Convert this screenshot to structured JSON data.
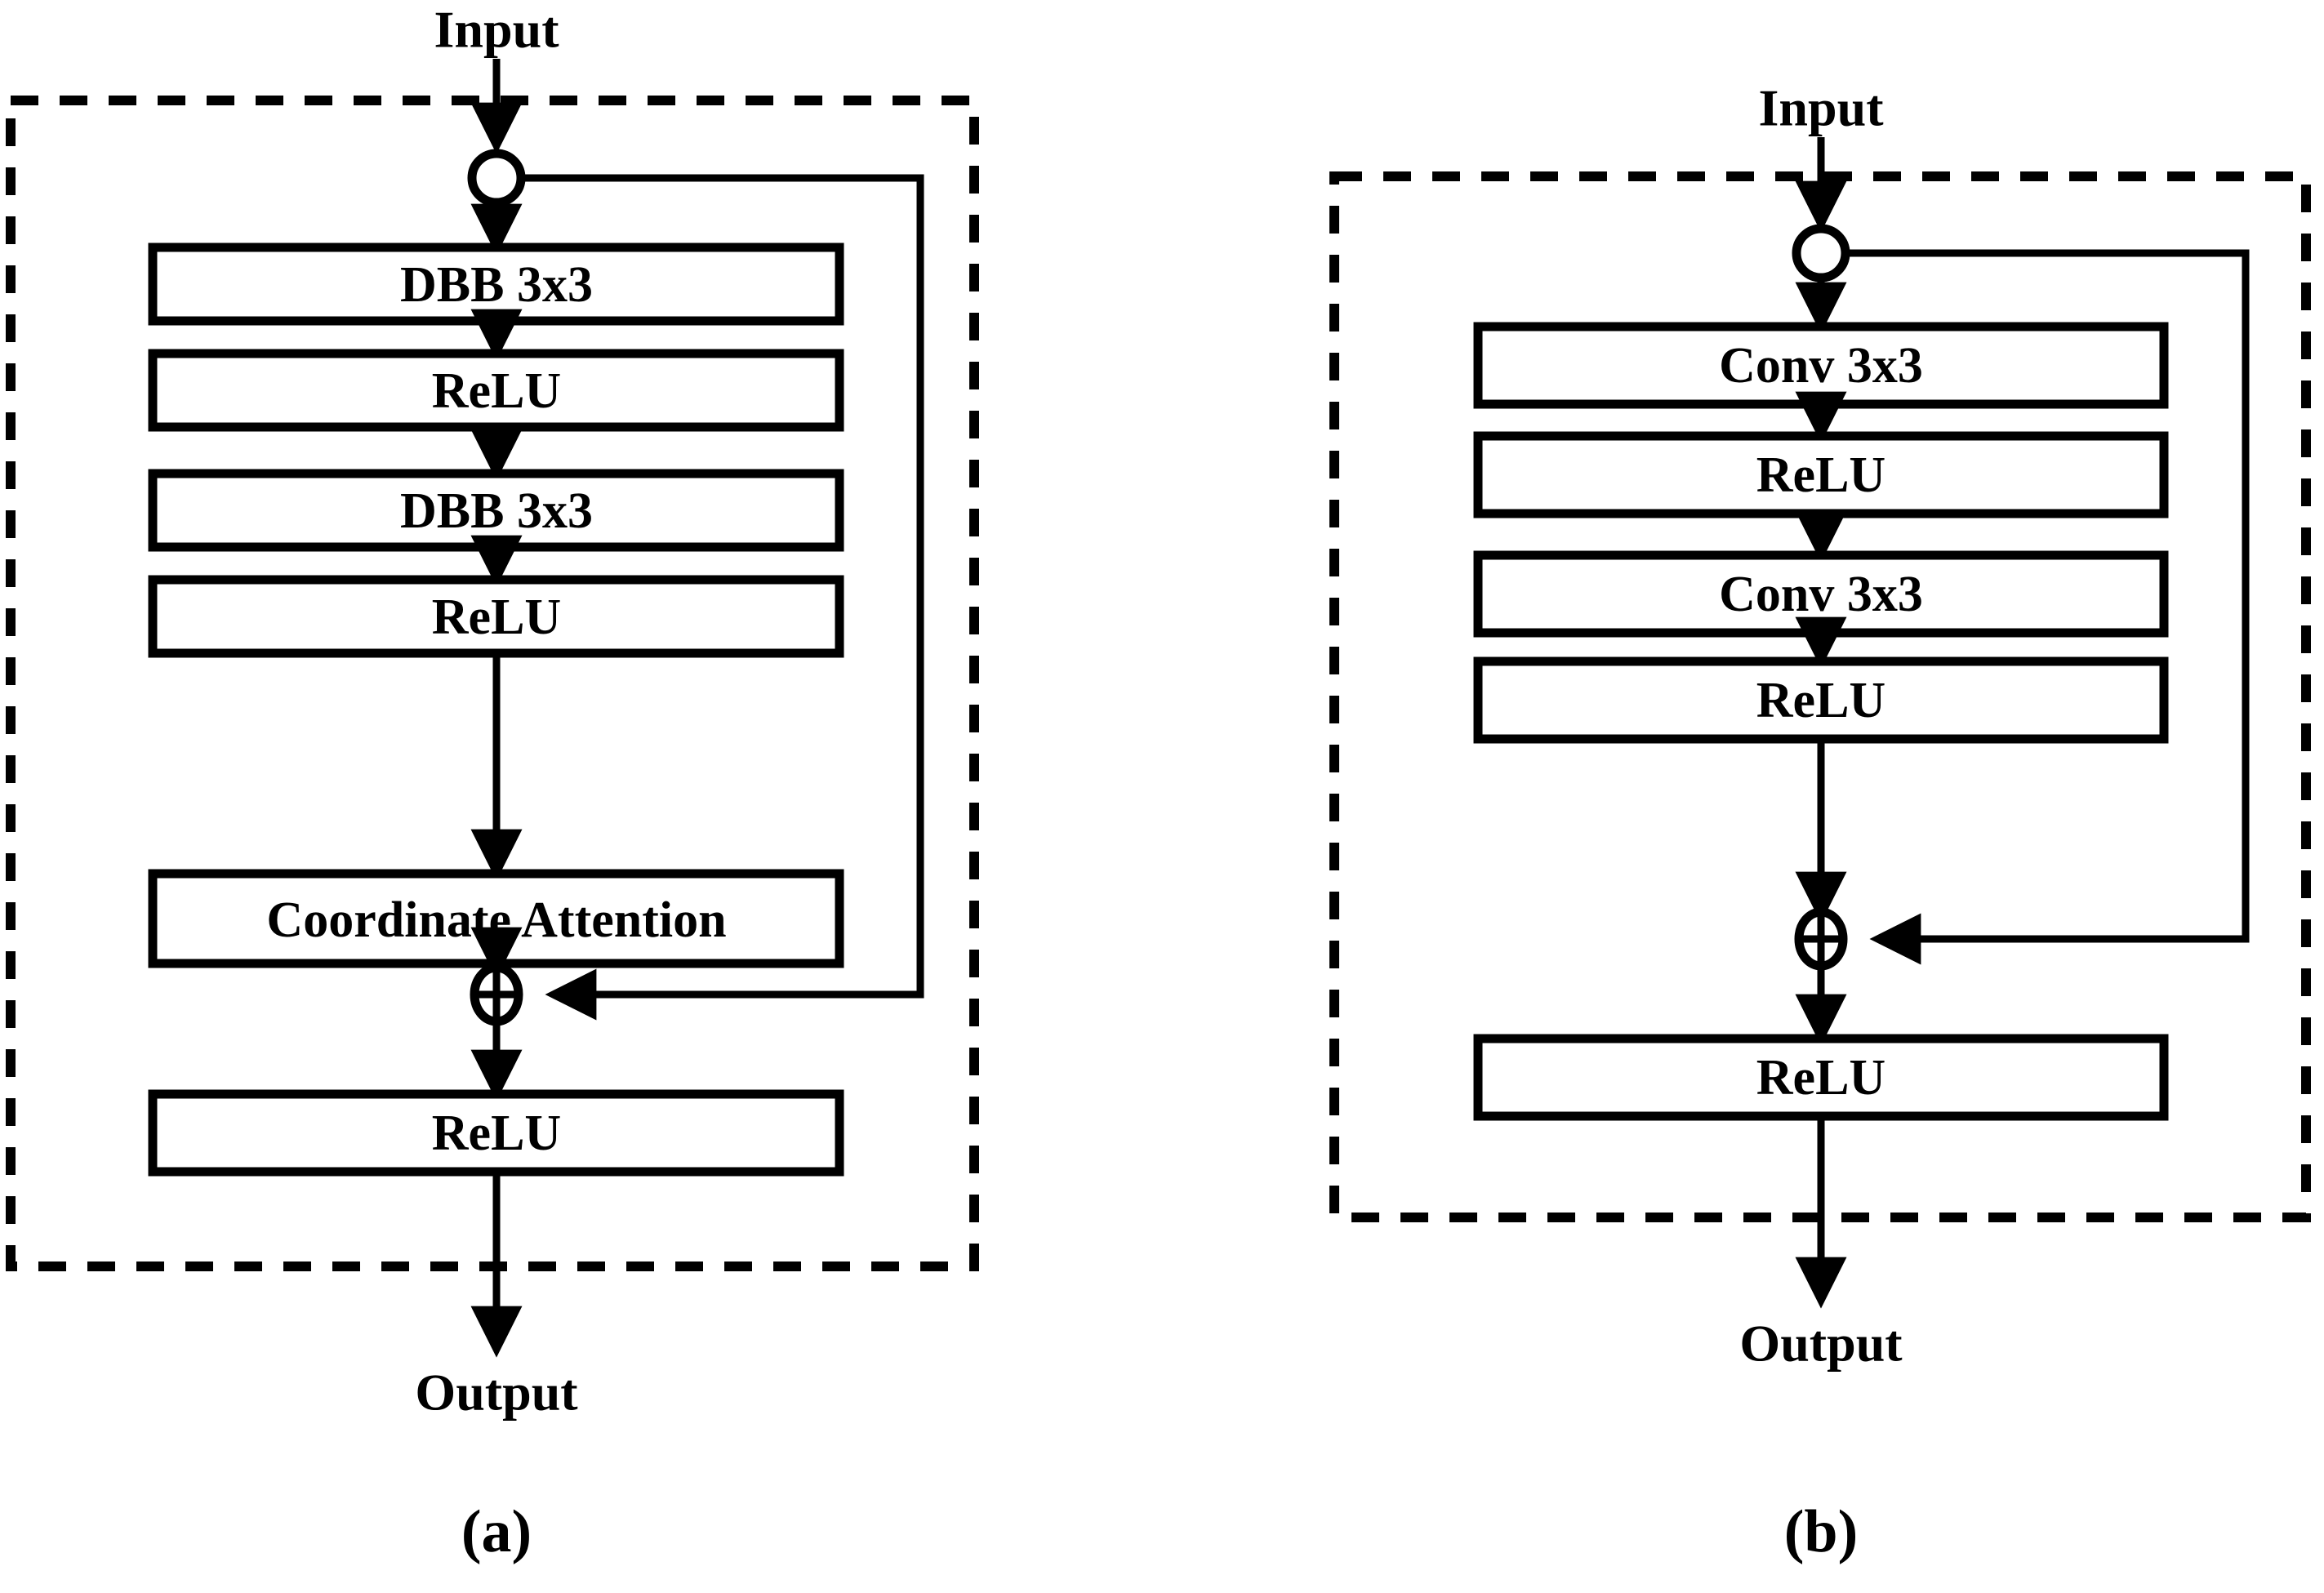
{
  "figure": {
    "background_color": "#ffffff",
    "stroke_color": "#000000",
    "panels": [
      {
        "key": "a",
        "caption": "(a)",
        "input_label": "Input",
        "output_label": "Output",
        "split_node_icon": "circle-split-node",
        "add_node_icon": "circled-plus-node",
        "blocks": [
          {
            "label": "DBB 3x3"
          },
          {
            "label": "ReLU"
          },
          {
            "label": "DBB 3x3"
          },
          {
            "label": "ReLU"
          },
          {
            "label": "Coordinate Attention"
          },
          {
            "label": "ReLU"
          }
        ]
      },
      {
        "key": "b",
        "caption": "(b)",
        "input_label": "Input",
        "output_label": "Output",
        "split_node_icon": "circle-split-node",
        "add_node_icon": "circled-plus-node",
        "blocks": [
          {
            "label": "Conv 3x3"
          },
          {
            "label": "ReLU"
          },
          {
            "label": "Conv 3x3"
          },
          {
            "label": "ReLU"
          },
          {
            "label": "ReLU"
          }
        ]
      }
    ]
  }
}
